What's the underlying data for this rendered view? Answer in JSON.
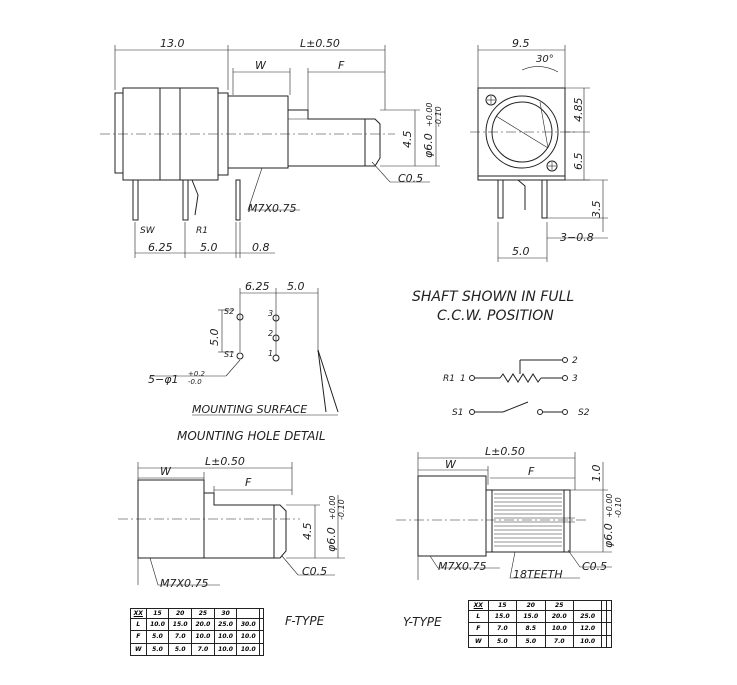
{
  "top_view": {
    "dims": {
      "body_len": "13.0",
      "shaft_len": "L±0.50",
      "w": "W",
      "f": "F",
      "flat_depth": "4.5",
      "shaft_dia": "φ6.0",
      "shaft_tol_plus": "+0.00",
      "shaft_tol_minus": "-0.10",
      "chamfer": "C0.5",
      "thread": "M7X0.75",
      "sw": "SW",
      "r1": "R1",
      "pitch1": "6.25",
      "pitch2": "5.0",
      "pitch3": "0.8"
    }
  },
  "side_view": {
    "dims": {
      "width": "9.5",
      "angle": "30°",
      "upper": "4.85",
      "lower": "6.5",
      "pin_len": "3.5",
      "pin_pitch": "3−0.8",
      "pin_spacing": "5.0"
    }
  },
  "mounting": {
    "dims": {
      "x1": "6.25",
      "x2": "5.0",
      "y": "5.0",
      "hole": "5−φ1",
      "hole_tol_plus": "+0.2",
      "hole_tol_minus": "-0.0"
    },
    "pins": {
      "s2": "S2",
      "s1": "S1",
      "p3": "3",
      "p2": "2",
      "p1": "1"
    },
    "surface_label": "MOUNTING SURFACE",
    "detail_label": "MOUNTING HOLE DETAIL"
  },
  "note": {
    "line1": "SHAFT SHOWN IN FULL",
    "line2": "C.C.W. POSITION"
  },
  "schematic": {
    "r1": "R1",
    "n1": "1",
    "n2": "2",
    "n3": "3",
    "s1": "S1",
    "s2": "S2"
  },
  "f_type": {
    "dims": {
      "shaft_len": "L±0.50",
      "w": "W",
      "f": "F",
      "flat_depth": "4.5",
      "shaft_dia": "φ6.0",
      "tol_plus": "+0.00",
      "tol_minus": "-0.10",
      "chamfer": "C0.5",
      "thread": "M7X0.75"
    },
    "label": "F-TYPE",
    "table": {
      "header": [
        "XX",
        "15",
        "20",
        "25",
        "30"
      ],
      "rows": [
        [
          "L",
          "10.0",
          "15.0",
          "20.0",
          "25.0",
          "30.0"
        ],
        [
          "F",
          "5.0",
          "7.0",
          "10.0",
          "10.0",
          "10.0"
        ],
        [
          "W",
          "5.0",
          "5.0",
          "7.0",
          "10.0",
          "10.0"
        ]
      ]
    }
  },
  "y_type": {
    "dims": {
      "shaft_len": "L±0.50",
      "w": "W",
      "f": "F",
      "top": "1.0",
      "shaft_dia": "φ6.0",
      "tol_plus": "+0.00",
      "tol_minus": "-0.10",
      "chamfer": "C0.5",
      "thread": "M7X0.75",
      "teeth": "18TEETH"
    },
    "label": "Y-TYPE",
    "table": {
      "header": [
        "XX",
        "15",
        "20",
        "25"
      ],
      "rows": [
        [
          "L",
          "15.0",
          "15.0",
          "20.0",
          "25.0"
        ],
        [
          "F",
          "7.0",
          "8.5",
          "10.0",
          "12.0"
        ],
        [
          "W",
          "5.0",
          "5.0",
          "7.0",
          "10.0"
        ]
      ]
    }
  }
}
